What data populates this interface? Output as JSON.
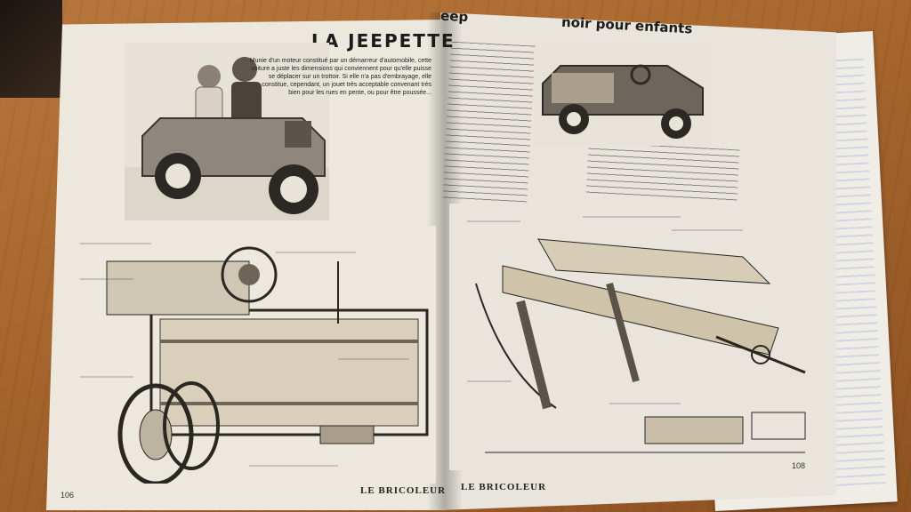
{
  "left_page": {
    "title": "LA JEEPETTE",
    "intro_text": "Munie d'un moteur constitué par un démarreur d'automobile, cette voiture a juste les dimensions qui conviennent pour qu'elle puisse se déplacer sur un trottoir. Si elle n'a pas d'embrayage, elle constitue, cependant, un jouet très acceptable convenant très bien pour les rues en pente, ou pour être poussée...",
    "footer_page_number": "106",
    "footer_brand": "LE BRICOLEUR"
  },
  "right_page": {
    "title_start": "eep",
    "title_end": "noir pour enfants",
    "footer_brand": "LE BRICOLEUR",
    "footer_page_number": "108"
  },
  "colors": {
    "paper": "#ece8de",
    "ink": "#1b1b1b",
    "wood_table": "#a5652c"
  }
}
